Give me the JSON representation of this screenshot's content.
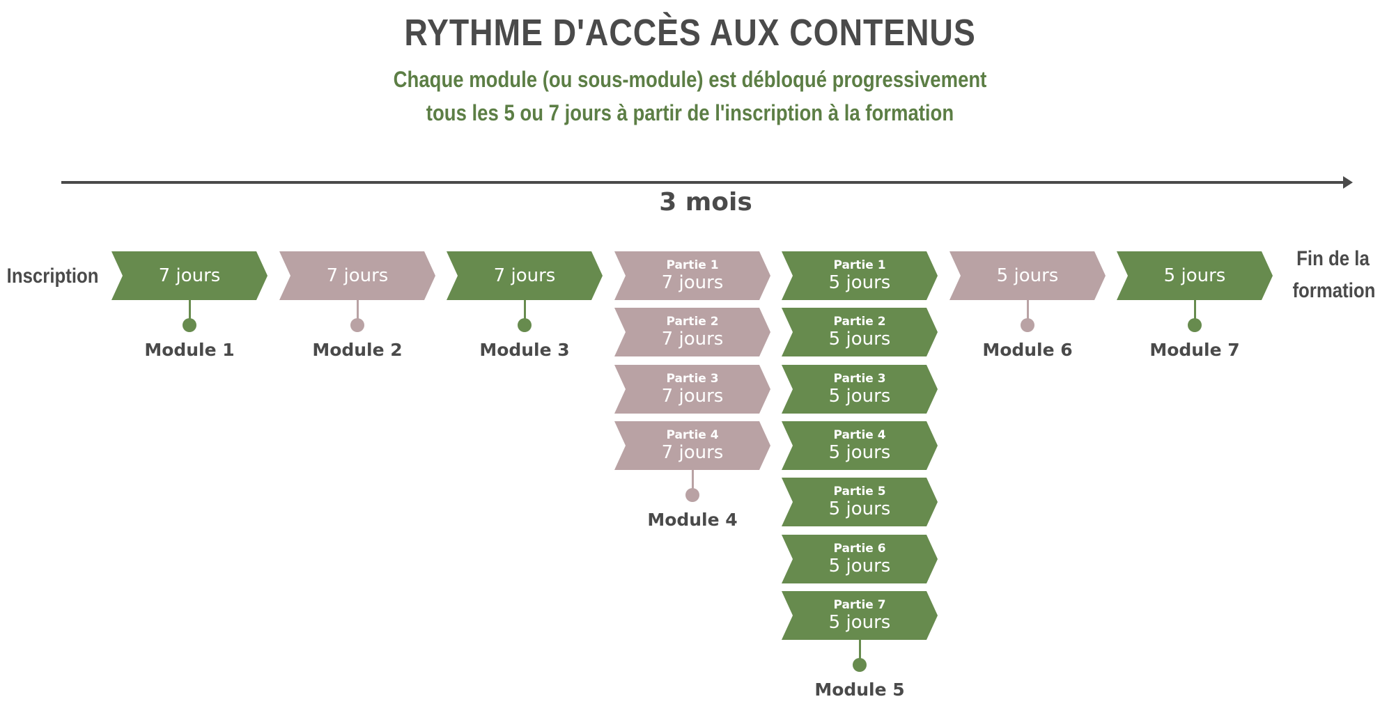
{
  "header": {
    "title": "RYTHME D'ACCÈS AUX CONTENUS",
    "subtitle_line1": "Chaque module (ou sous-module) est débloqué progressivement",
    "subtitle_line2": "tous les 5 ou 7 jours à partir de l'inscription à la formation"
  },
  "timeline": {
    "duration": "3 mois",
    "start_label": "Inscription",
    "end_label_line1": "Fin de la",
    "end_label_line2": "formation"
  },
  "colors": {
    "green": "#678b4e",
    "pink": "#b9a2a4",
    "text": "#4a4a4a",
    "subtitle": "#5c7e45"
  },
  "modules": [
    {
      "label": "Module 1",
      "color": "green",
      "steps": [
        {
          "days": "7 jours"
        }
      ]
    },
    {
      "label": "Module 2",
      "color": "pink",
      "steps": [
        {
          "days": "7 jours"
        }
      ]
    },
    {
      "label": "Module 3",
      "color": "green",
      "steps": [
        {
          "days": "7 jours"
        }
      ]
    },
    {
      "label": "Module 4",
      "color": "pink",
      "steps": [
        {
          "part": "Partie 1",
          "days": "7 jours"
        },
        {
          "part": "Partie 2",
          "days": "7 jours"
        },
        {
          "part": "Partie 3",
          "days": "7 jours"
        },
        {
          "part": "Partie 4",
          "days": "7 jours"
        }
      ]
    },
    {
      "label": "Module 5",
      "color": "green",
      "steps": [
        {
          "part": "Partie 1",
          "days": "5 jours"
        },
        {
          "part": "Partie 2",
          "days": "5 jours"
        },
        {
          "part": "Partie 3",
          "days": "5 jours"
        },
        {
          "part": "Partie 4",
          "days": "5 jours"
        },
        {
          "part": "Partie 5",
          "days": "5 jours"
        },
        {
          "part": "Partie 6",
          "days": "5 jours"
        },
        {
          "part": "Partie 7",
          "days": "5 jours"
        }
      ]
    },
    {
      "label": "Module 6",
      "color": "pink",
      "steps": [
        {
          "days": "5 jours"
        }
      ]
    },
    {
      "label": "Module 7",
      "color": "green",
      "steps": [
        {
          "days": "5 jours"
        }
      ]
    }
  ]
}
